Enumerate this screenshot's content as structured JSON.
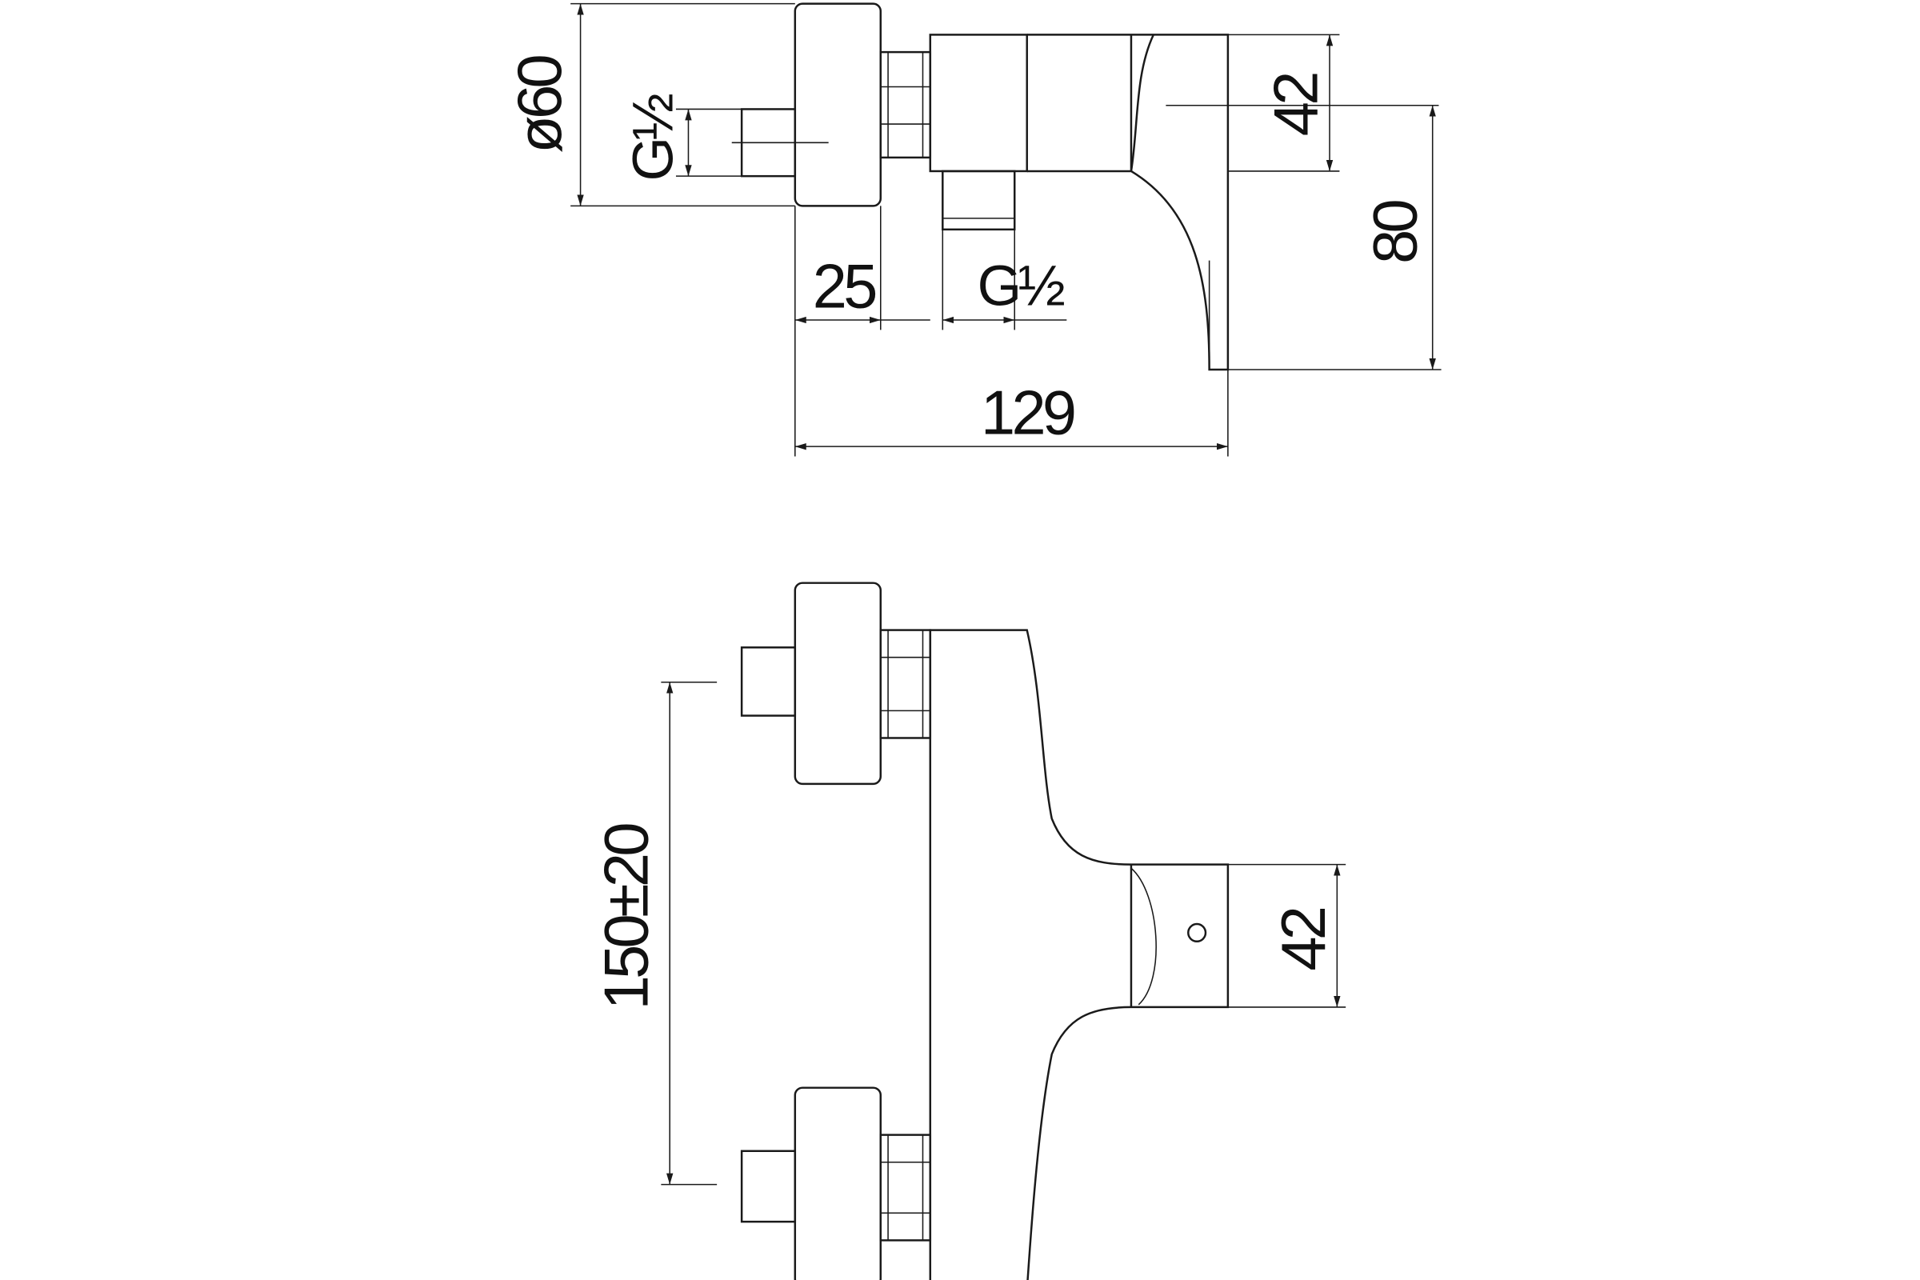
{
  "drawing": {
    "side_view": {
      "dimensions": {
        "rosette_diameter": "ø60",
        "inlet_thread": "G½",
        "rosette_depth": "25",
        "outlet_thread": "G½",
        "lever_height": "42",
        "outlet_height": "80",
        "total_depth": "129"
      }
    },
    "front_view": {
      "dimensions": {
        "inlet_spacing": "150±20",
        "lever_height": "42"
      }
    },
    "line_color": "#1a1a1a"
  }
}
